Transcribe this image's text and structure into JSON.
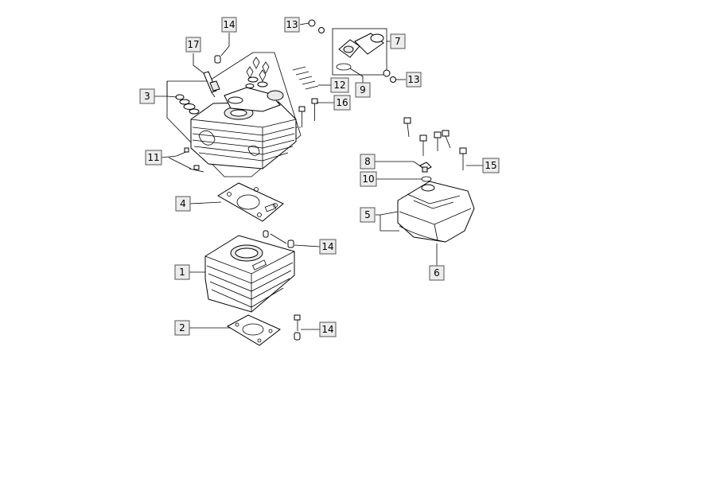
{
  "callouts": {
    "c1": "1",
    "c2": "2",
    "c3": "3",
    "c4": "4",
    "c5": "5",
    "c6": "6",
    "c7": "7",
    "c8": "8",
    "c9": "9",
    "c10": "10",
    "c11": "11",
    "c12": "12",
    "c13a": "13",
    "c13b": "13",
    "c14a": "14",
    "c14b": "14",
    "c14c": "14",
    "c15": "15",
    "c16": "16",
    "c17": "17"
  },
  "colors": {
    "line": "#000000",
    "callout_fill": "#ececec",
    "callout_border": "#555555"
  }
}
